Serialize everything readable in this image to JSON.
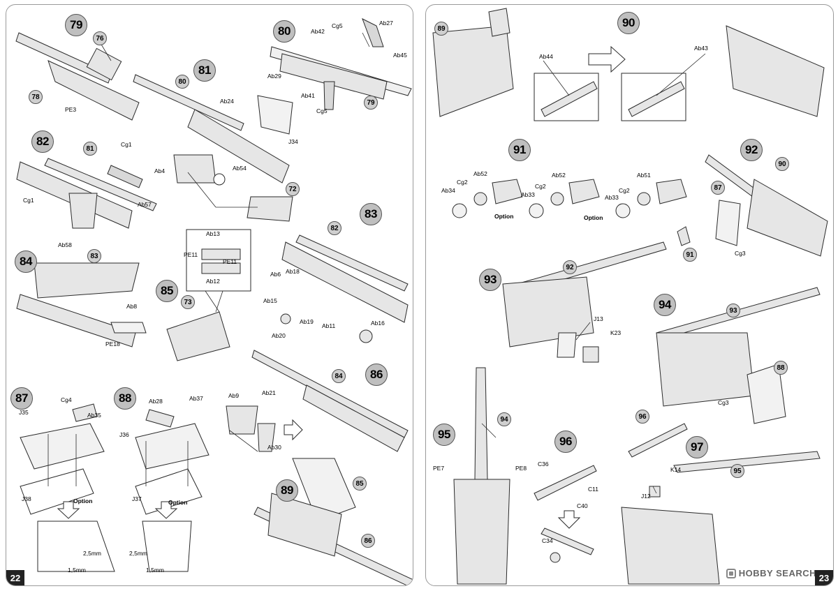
{
  "pages": {
    "left": {
      "page_number": "22",
      "steps": [
        "79",
        "80",
        "81",
        "82",
        "83",
        "84",
        "85",
        "86",
        "87",
        "88",
        "89"
      ],
      "refs": [
        "76",
        "78",
        "80",
        "79",
        "81",
        "72",
        "82",
        "83",
        "73",
        "84",
        "85",
        "86"
      ],
      "part_labels": [
        "PE3",
        "Ab42",
        "Cg5",
        "Ab27",
        "Ab45",
        "Ab29",
        "Ab41",
        "Cg5",
        "Ab24",
        "J34",
        "Ab4",
        "Ab54",
        "Cg1",
        "Ab57",
        "Cg1",
        "Ab58",
        "Ab13",
        "PE11",
        "PE11",
        "Ab12",
        "Ab6",
        "Ab18",
        "Ab15",
        "Ab19",
        "Ab11",
        "Ab16",
        "Ab20",
        "Ab8",
        "PE18",
        "Cg4",
        "Ab35",
        "J35",
        "J38",
        "Ab28",
        "Ab37",
        "J36",
        "J37",
        "Ab9",
        "Ab21",
        "Ab30",
        "2,5mm",
        "1,5mm",
        "2,5mm",
        "1,5mm"
      ],
      "option_labels": [
        "Option",
        "Option"
      ]
    },
    "right": {
      "page_number": "23",
      "steps": [
        "90",
        "91",
        "92",
        "93",
        "94",
        "95",
        "96",
        "97"
      ],
      "refs": [
        "89",
        "87",
        "90",
        "91",
        "92",
        "93",
        "88",
        "94",
        "96",
        "95"
      ],
      "part_labels": [
        "Ab44",
        "Ab43",
        "Ab52",
        "Cg2",
        "Ab34",
        "Ab52",
        "Cg2",
        "Ab33",
        "Ab51",
        "Cg2",
        "Ab33",
        "Cg3",
        "J13",
        "K23",
        "Cg3",
        "PE7",
        "PE8",
        "C36",
        "C11",
        "C40",
        "C34",
        "K14",
        "J12"
      ],
      "option_labels": [
        "Option",
        "Option"
      ],
      "watermark": "HOBBY SEARCH"
    }
  },
  "colors": {
    "line": "#2a2a2a",
    "fill": "#e6e6e6",
    "badge": "#bfbfbf",
    "border": "#9a9a9a"
  }
}
